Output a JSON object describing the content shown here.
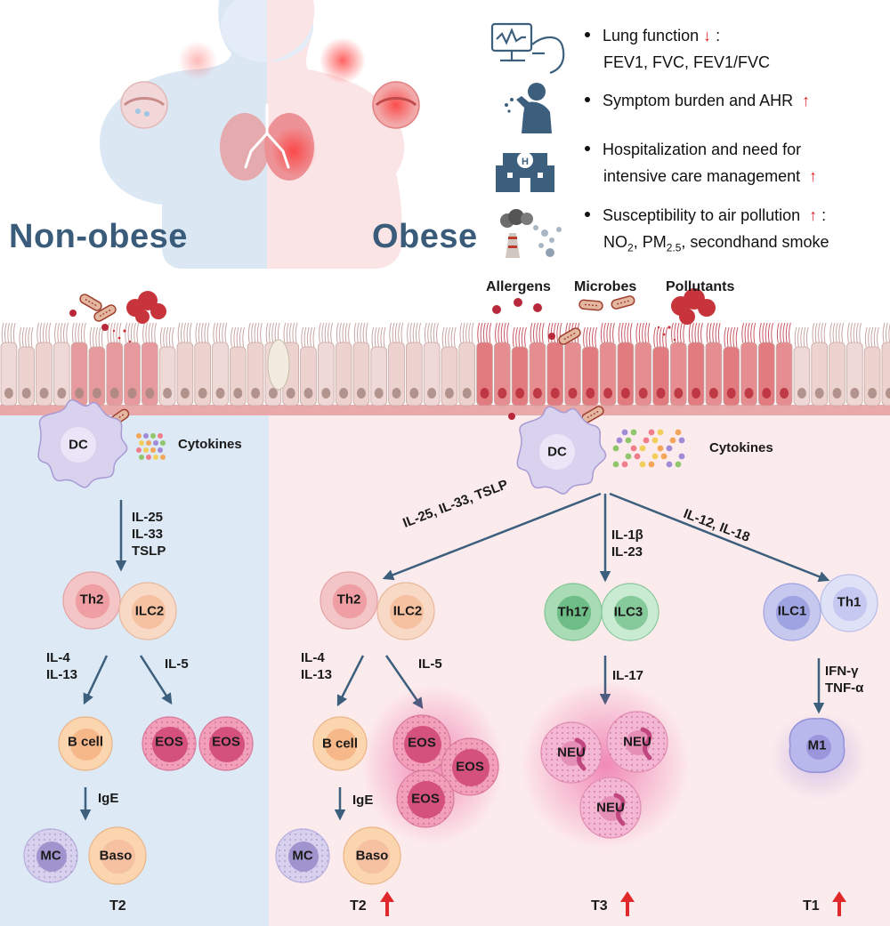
{
  "header": {
    "non_obese_label": "Non-obese",
    "obese_label": "Obese"
  },
  "outcomes": [
    {
      "icon": "spirometer-icon",
      "line1": "Lung function",
      "arrow": "↓",
      "suffix": ":",
      "line2": "FEV1, FVC, FEV1/FVC"
    },
    {
      "icon": "coughing-person-icon",
      "line1": "Symptom burden and AHR",
      "arrow": "↑"
    },
    {
      "icon": "hospital-icon",
      "line1": "Hospitalization and need for",
      "line2": "intensive care management",
      "arrow": "↑"
    },
    {
      "icon": "air-pollution-icon",
      "line1": "Susceptibility to air pollution",
      "arrow": "↑",
      "suffix": ":",
      "line2_parts": [
        "NO",
        "2",
        ", PM",
        "2.5",
        ",  secondhand smoke"
      ]
    }
  ],
  "stimuli": {
    "allergens": "Allergens",
    "microbes": "Microbes",
    "pollutants": "Pollutants"
  },
  "left_panel": {
    "dc": "DC",
    "cytokines": "Cytokines",
    "dc_signals": [
      "IL-25",
      "IL-33",
      "TSLP"
    ],
    "cells": {
      "th2": "Th2",
      "ilc2": "ILC2",
      "b_cell": "B cell",
      "eos1": "EOS",
      "eos2": "EOS",
      "mc": "MC",
      "baso": "Baso"
    },
    "il4_13": [
      "IL-4",
      "IL-13"
    ],
    "il5": "IL-5",
    "ige": "IgE",
    "type": "T2"
  },
  "right_panel": {
    "dc": "DC",
    "cytokines": "Cytokines",
    "path_t2_signal": "IL-25, IL-33, TSLP",
    "path_t3_signal": [
      "IL-1β",
      "IL-23"
    ],
    "path_t1_signal": "IL-12, IL-18",
    "cells": {
      "th2": "Th2",
      "ilc2": "ILC2",
      "th17": "Th17",
      "ilc3": "ILC3",
      "ilc1": "ILC1",
      "th1": "Th1",
      "b_cell": "B cell",
      "eos1": "EOS",
      "eos2": "EOS",
      "eos3": "EOS",
      "neu1": "NEU",
      "neu2": "NEU",
      "neu3": "NEU",
      "m1": "M1",
      "mc": "MC",
      "baso": "Baso"
    },
    "il4_13": [
      "IL-4",
      "IL-13"
    ],
    "il5": "IL-5",
    "il17": "IL-17",
    "ifn_tnf": [
      "IFN-γ",
      "TNF-α"
    ],
    "ige": "IgE",
    "types": {
      "t2": "T2",
      "t3": "T3",
      "t1": "T1"
    },
    "increase_arrow": "↑"
  },
  "colors": {
    "left_bg": "#dde9f4",
    "right_bg": "#fcebec",
    "arrow": "#3d5f7e",
    "title": "#3a5c7a",
    "red_accent": "#e0282a",
    "epithelium_normal": "#ecd9d4",
    "epithelium_inflamed": "#e8a3a3"
  }
}
